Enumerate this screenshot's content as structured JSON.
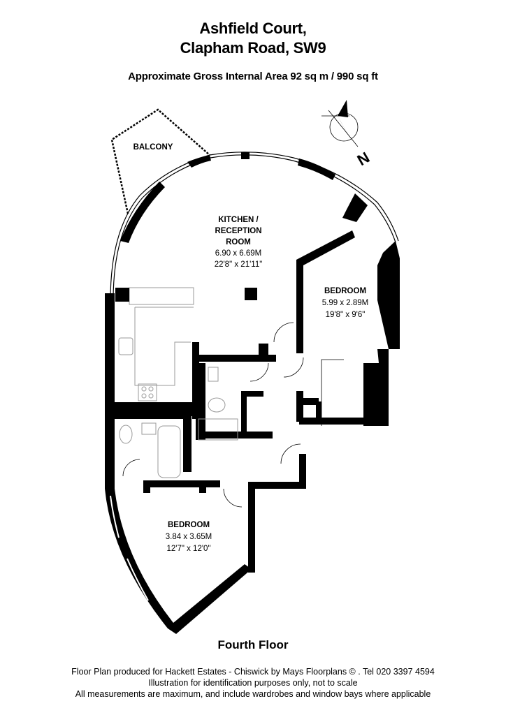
{
  "header": {
    "title_line1": "Ashfield Court,",
    "title_line2": "Clapham Road, SW9",
    "area": "Approximate Gross Internal Area 92 sq m /  990 sq ft"
  },
  "compass": {
    "label": "N"
  },
  "rooms": {
    "balcony": {
      "name": "BALCONY"
    },
    "kitchen": {
      "name_line1": "KITCHEN /",
      "name_line2": "RECEPTION",
      "name_line3": "ROOM",
      "metric": "6.90 x 6.69M",
      "imperial": "22'8\" x 21'11\""
    },
    "bedroom1": {
      "name": "BEDROOM",
      "metric": "5.99 x 2.89M",
      "imperial": "19'8\" x 9'6\""
    },
    "bedroom2": {
      "name": "BEDROOM",
      "metric": "3.84 x 3.65M",
      "imperial": "12'7\" x 12'0\""
    }
  },
  "floor_label": "Fourth Floor",
  "footer": {
    "line1": "Floor Plan produced for Hackett Estates - Chiswick by Mays Floorplans  © . Tel 020 3397 4594",
    "line2": "Illustration for identification purposes only, not to scale",
    "line3": "All measurements are maximum, and include wardrobes and window bays where applicable"
  },
  "colors": {
    "wall": "#000000",
    "fixture": "#9a9a9a",
    "background": "#ffffff"
  }
}
